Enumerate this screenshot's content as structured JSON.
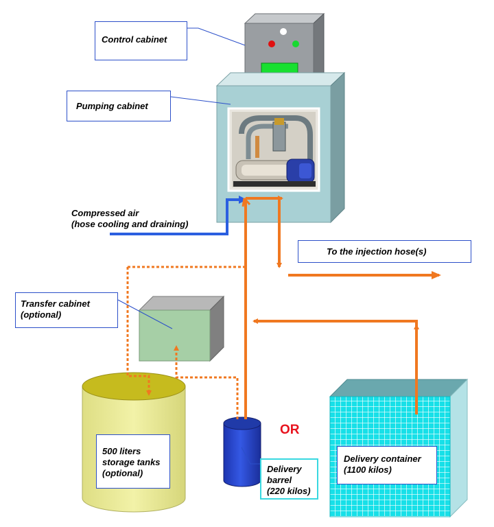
{
  "labels": {
    "control_cabinet": "Control cabinet",
    "pumping_cabinet": "Pumping cabinet",
    "compressed_air_line1": "Compressed air",
    "compressed_air_line2": "(hose cooling and draining)",
    "injection_hose": "To the injection hose(s)",
    "transfer_cabinet_line1": "Transfer cabinet",
    "transfer_cabinet_line2": "(optional)",
    "storage_line1": "500 liters",
    "storage_line2": "storage tanks",
    "storage_line3": "(optional)",
    "barrel_line1": "Delivery",
    "barrel_line2": "barrel",
    "barrel_line3": "(220 kilos)",
    "container_line1": "Delivery container",
    "container_line2": "(1100 kilos)",
    "or": "OR"
  },
  "colors": {
    "flow_orange": "#f07820",
    "air_blue": "#2b5fe0",
    "label_border_blue": "#2b4fc9",
    "label_border_cyan": "#38d8e0",
    "or_red": "#e8131e",
    "cabinet_teal": "#a8d0d4",
    "control_gray": "#9a9ea2",
    "transfer_green": "#a6cfa6",
    "tank_yellow": "#ecec98",
    "barrel_blue": "#2848d0",
    "container_cyan": "#19e3ea"
  }
}
